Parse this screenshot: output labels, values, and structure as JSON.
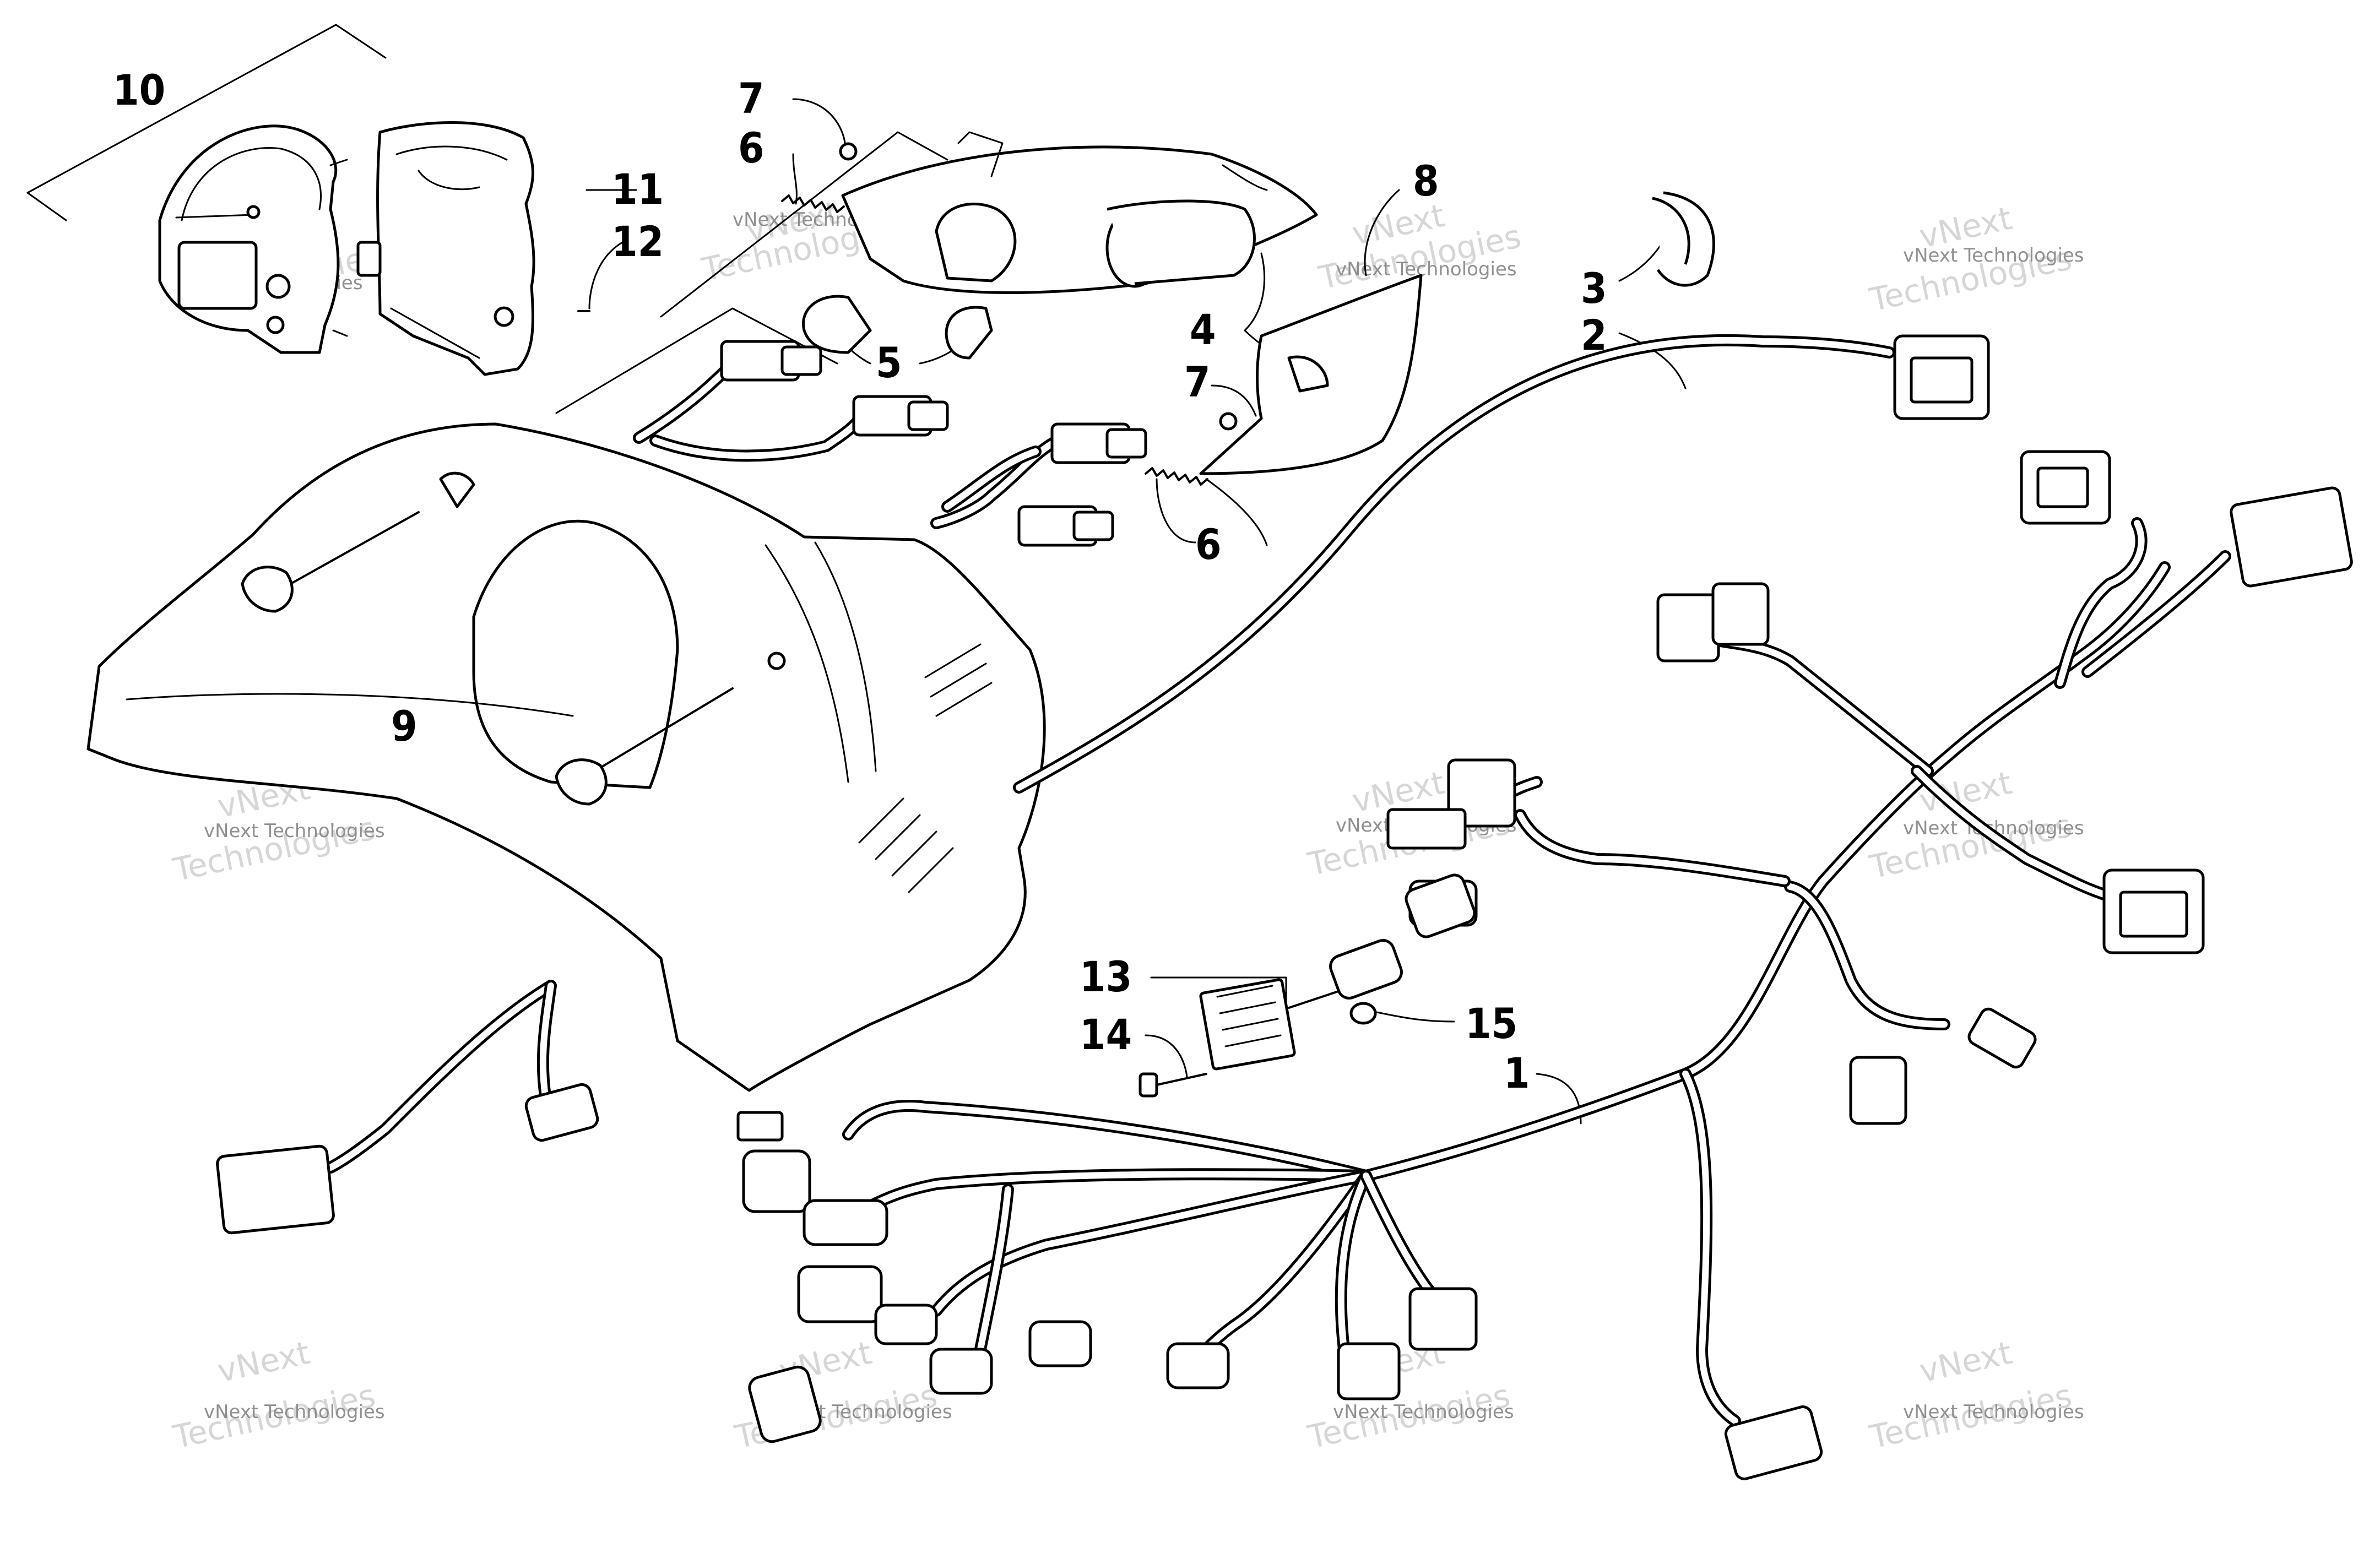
{
  "callouts": [
    "1",
    "2",
    "3",
    "4",
    "5",
    "6",
    "6",
    "7",
    "7",
    "8",
    "9",
    "10",
    "11",
    "12",
    "13",
    "14",
    "15"
  ],
  "watermark": {
    "line1": "vNext Technologies",
    "line2a": "vNext",
    "line2b": "Technologies"
  },
  "icons": {
    "speedometer": "speedometer-icon",
    "connector": "electrical-connector-icon",
    "regulator": "voltage-regulator-icon"
  }
}
